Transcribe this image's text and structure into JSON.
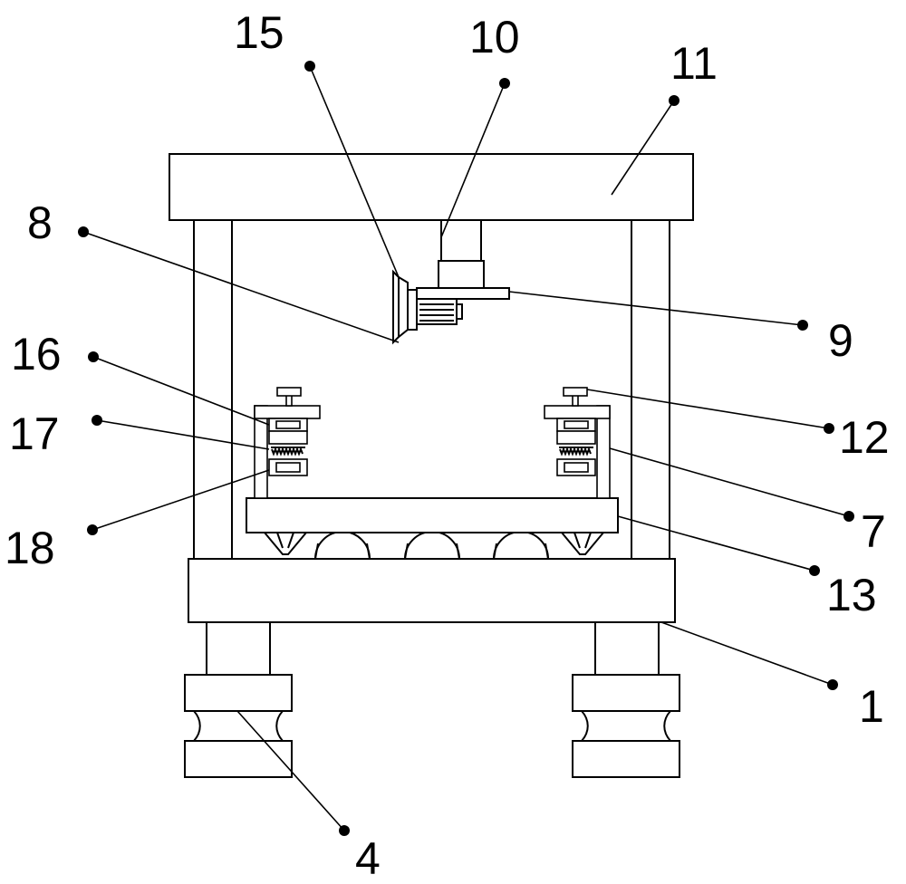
{
  "callouts": [
    {
      "id": "15",
      "text": "15"
    },
    {
      "id": "10",
      "text": "10"
    },
    {
      "id": "11",
      "text": "11"
    },
    {
      "id": "8",
      "text": "8"
    },
    {
      "id": "9",
      "text": "9"
    },
    {
      "id": "16",
      "text": "16"
    },
    {
      "id": "12",
      "text": "12"
    },
    {
      "id": "17",
      "text": "17"
    },
    {
      "id": "18",
      "text": "18"
    },
    {
      "id": "7",
      "text": "7"
    },
    {
      "id": "13",
      "text": "13"
    },
    {
      "id": "1",
      "text": "1"
    },
    {
      "id": "4",
      "text": "4"
    }
  ],
  "colors": {
    "line": "#000000",
    "background": "#ffffff"
  }
}
